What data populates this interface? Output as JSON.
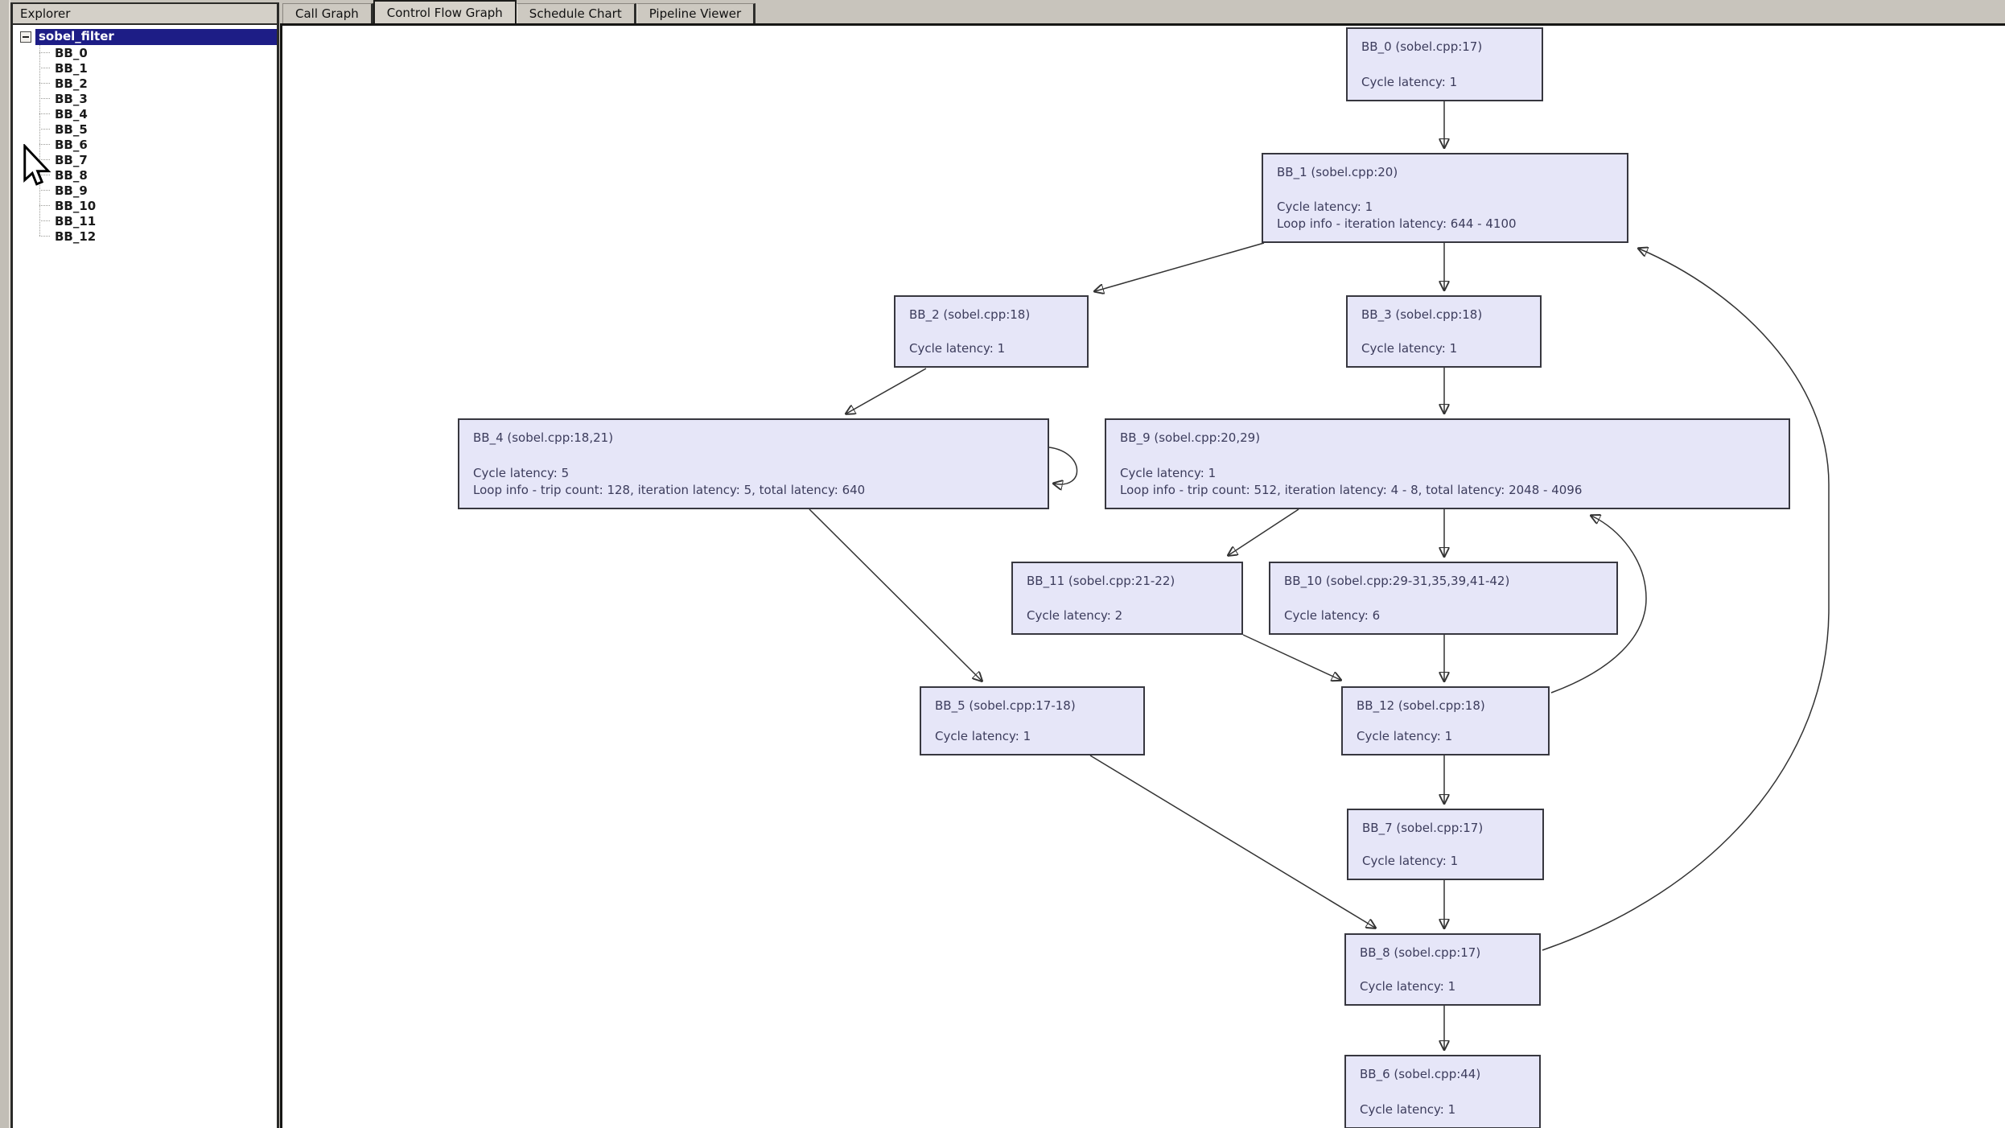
{
  "sidebar": {
    "title": "Explorer",
    "tree": {
      "root": {
        "label": "sobel_filter",
        "selected": true,
        "expanded": true
      },
      "children": [
        "BB_0",
        "BB_1",
        "BB_2",
        "BB_3",
        "BB_4",
        "BB_5",
        "BB_6",
        "BB_7",
        "BB_8",
        "BB_9",
        "BB_10",
        "BB_11",
        "BB_12"
      ]
    }
  },
  "tabs": {
    "items": [
      {
        "label": "Call Graph",
        "active": false
      },
      {
        "label": "Control Flow Graph",
        "active": true
      },
      {
        "label": "Schedule Chart",
        "active": false
      },
      {
        "label": "Pipeline Viewer",
        "active": false
      }
    ]
  },
  "graph": {
    "nodes": [
      {
        "id": "BB_0",
        "title": "BB_0 (sobel.cpp:17)",
        "lines": [
          "Cycle latency: 1"
        ]
      },
      {
        "id": "BB_1",
        "title": "BB_1 (sobel.cpp:20)",
        "lines": [
          "Cycle latency: 1",
          "Loop info - iteration latency: 644 - 4100"
        ]
      },
      {
        "id": "BB_2",
        "title": "BB_2 (sobel.cpp:18)",
        "lines": [
          "Cycle latency: 1"
        ]
      },
      {
        "id": "BB_3",
        "title": "BB_3 (sobel.cpp:18)",
        "lines": [
          "Cycle latency: 1"
        ]
      },
      {
        "id": "BB_4",
        "title": "BB_4 (sobel.cpp:18,21)",
        "lines": [
          "Cycle latency: 5",
          "Loop info - trip count: 128, iteration latency: 5, total latency: 640"
        ]
      },
      {
        "id": "BB_9",
        "title": "BB_9 (sobel.cpp:20,29)",
        "lines": [
          "Cycle latency: 1",
          "Loop info - trip count: 512, iteration latency: 4 - 8, total latency: 2048 - 4096"
        ]
      },
      {
        "id": "BB_11",
        "title": "BB_11 (sobel.cpp:21-22)",
        "lines": [
          "Cycle latency: 2"
        ]
      },
      {
        "id": "BB_10",
        "title": "BB_10 (sobel.cpp:29-31,35,39,41-42)",
        "lines": [
          "Cycle latency: 6"
        ]
      },
      {
        "id": "BB_5",
        "title": "BB_5 (sobel.cpp:17-18)",
        "lines": [
          "Cycle latency: 1"
        ]
      },
      {
        "id": "BB_12",
        "title": "BB_12 (sobel.cpp:18)",
        "lines": [
          "Cycle latency: 1"
        ]
      },
      {
        "id": "BB_7",
        "title": "BB_7 (sobel.cpp:17)",
        "lines": [
          "Cycle latency: 1"
        ]
      },
      {
        "id": "BB_8",
        "title": "BB_8 (sobel.cpp:17)",
        "lines": [
          "Cycle latency: 1"
        ]
      },
      {
        "id": "BB_6",
        "title": "BB_6 (sobel.cpp:44)",
        "lines": [
          "Cycle latency: 1"
        ]
      }
    ],
    "edges": [
      {
        "from": "BB_0",
        "to": "BB_1"
      },
      {
        "from": "BB_1",
        "to": "BB_2"
      },
      {
        "from": "BB_1",
        "to": "BB_3"
      },
      {
        "from": "BB_2",
        "to": "BB_4"
      },
      {
        "from": "BB_3",
        "to": "BB_9"
      },
      {
        "from": "BB_4",
        "to": "BB_4"
      },
      {
        "from": "BB_4",
        "to": "BB_5"
      },
      {
        "from": "BB_9",
        "to": "BB_11"
      },
      {
        "from": "BB_9",
        "to": "BB_10"
      },
      {
        "from": "BB_11",
        "to": "BB_12"
      },
      {
        "from": "BB_10",
        "to": "BB_12"
      },
      {
        "from": "BB_12",
        "to": "BB_9"
      },
      {
        "from": "BB_12",
        "to": "BB_7"
      },
      {
        "from": "BB_5",
        "to": "BB_8"
      },
      {
        "from": "BB_7",
        "to": "BB_8"
      },
      {
        "from": "BB_8",
        "to": "BB_1"
      },
      {
        "from": "BB_8",
        "to": "BB_6"
      }
    ]
  },
  "colors": {
    "node_fill": "#e6e6f8",
    "node_border": "#37373f",
    "node_text": "#3c3c5c",
    "selection_bg": "#1d1d86",
    "selection_text": "#ffffff",
    "chrome": "#d4d0c8",
    "canvas": "#ffffff"
  }
}
